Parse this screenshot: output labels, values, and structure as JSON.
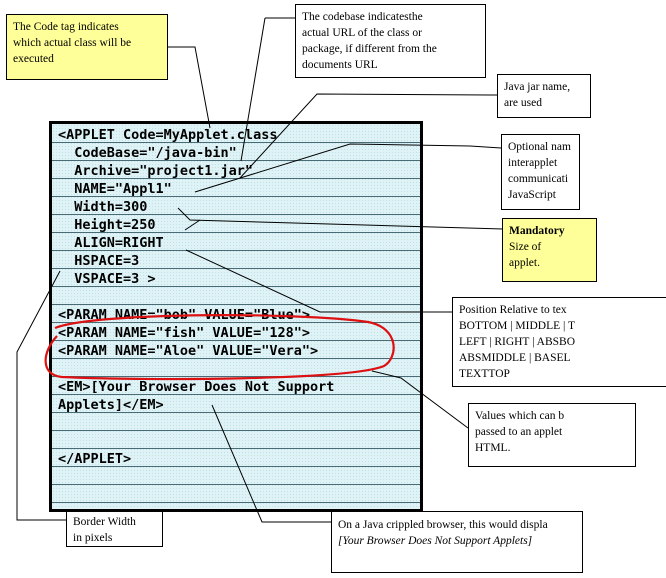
{
  "code_lines": [
    "<APPLET Code=MyApplet.class",
    "  CodeBase=\"/java-bin\"",
    "  Archive=\"project1.jar\"",
    "  NAME=\"Appl1\"",
    "  Width=300",
    "  Height=250",
    "  ALIGN=RIGHT",
    "  HSPACE=3",
    "  VSPACE=3 >",
    "",
    "<PARAM NAME=\"bob\" VALUE=\"Blue\">",
    "<PARAM NAME=\"fish\" VALUE=\"128\">",
    "<PARAM NAME=\"Aloe\" VALUE=\"Vera\">",
    "",
    "<EM>[Your Browser Does Not Support",
    "Applets]</EM>",
    "",
    "",
    "</APPLET>"
  ],
  "notes": {
    "code_tag": [
      "The Code tag indicates",
      "which actual class will be",
      "executed"
    ],
    "codebase": [
      "The codebase indicatesthe",
      "actual URL of the class or",
      "package, if different from the",
      "documents URL"
    ],
    "jar": [
      "Java jar name,",
      "are used"
    ],
    "optional_name": [
      "Optional nam",
      "interapplet",
      "communicati",
      "JavaScript"
    ],
    "mandatory_title": "Mandatory",
    "mandatory_body": [
      "Size of",
      "applet."
    ],
    "position": [
      "Position Relative to tex",
      "BOTTOM | MIDDLE | T",
      "LEFT | RIGHT | ABSBO",
      "ABSMIDDLE | BASEL",
      "TEXTTOP"
    ],
    "values": [
      "Values which can b",
      "passed to an applet",
      "HTML."
    ],
    "border": [
      "Border Width",
      "in pixels"
    ],
    "crippled": "On a Java crippled browser, this would displa",
    "crippled_italic": "[Your Browser Does Not Support Applets]"
  },
  "colors": {
    "highlight": "#ffff99",
    "code_bg": "#dff3f7",
    "ellipse": "#dd1111"
  }
}
